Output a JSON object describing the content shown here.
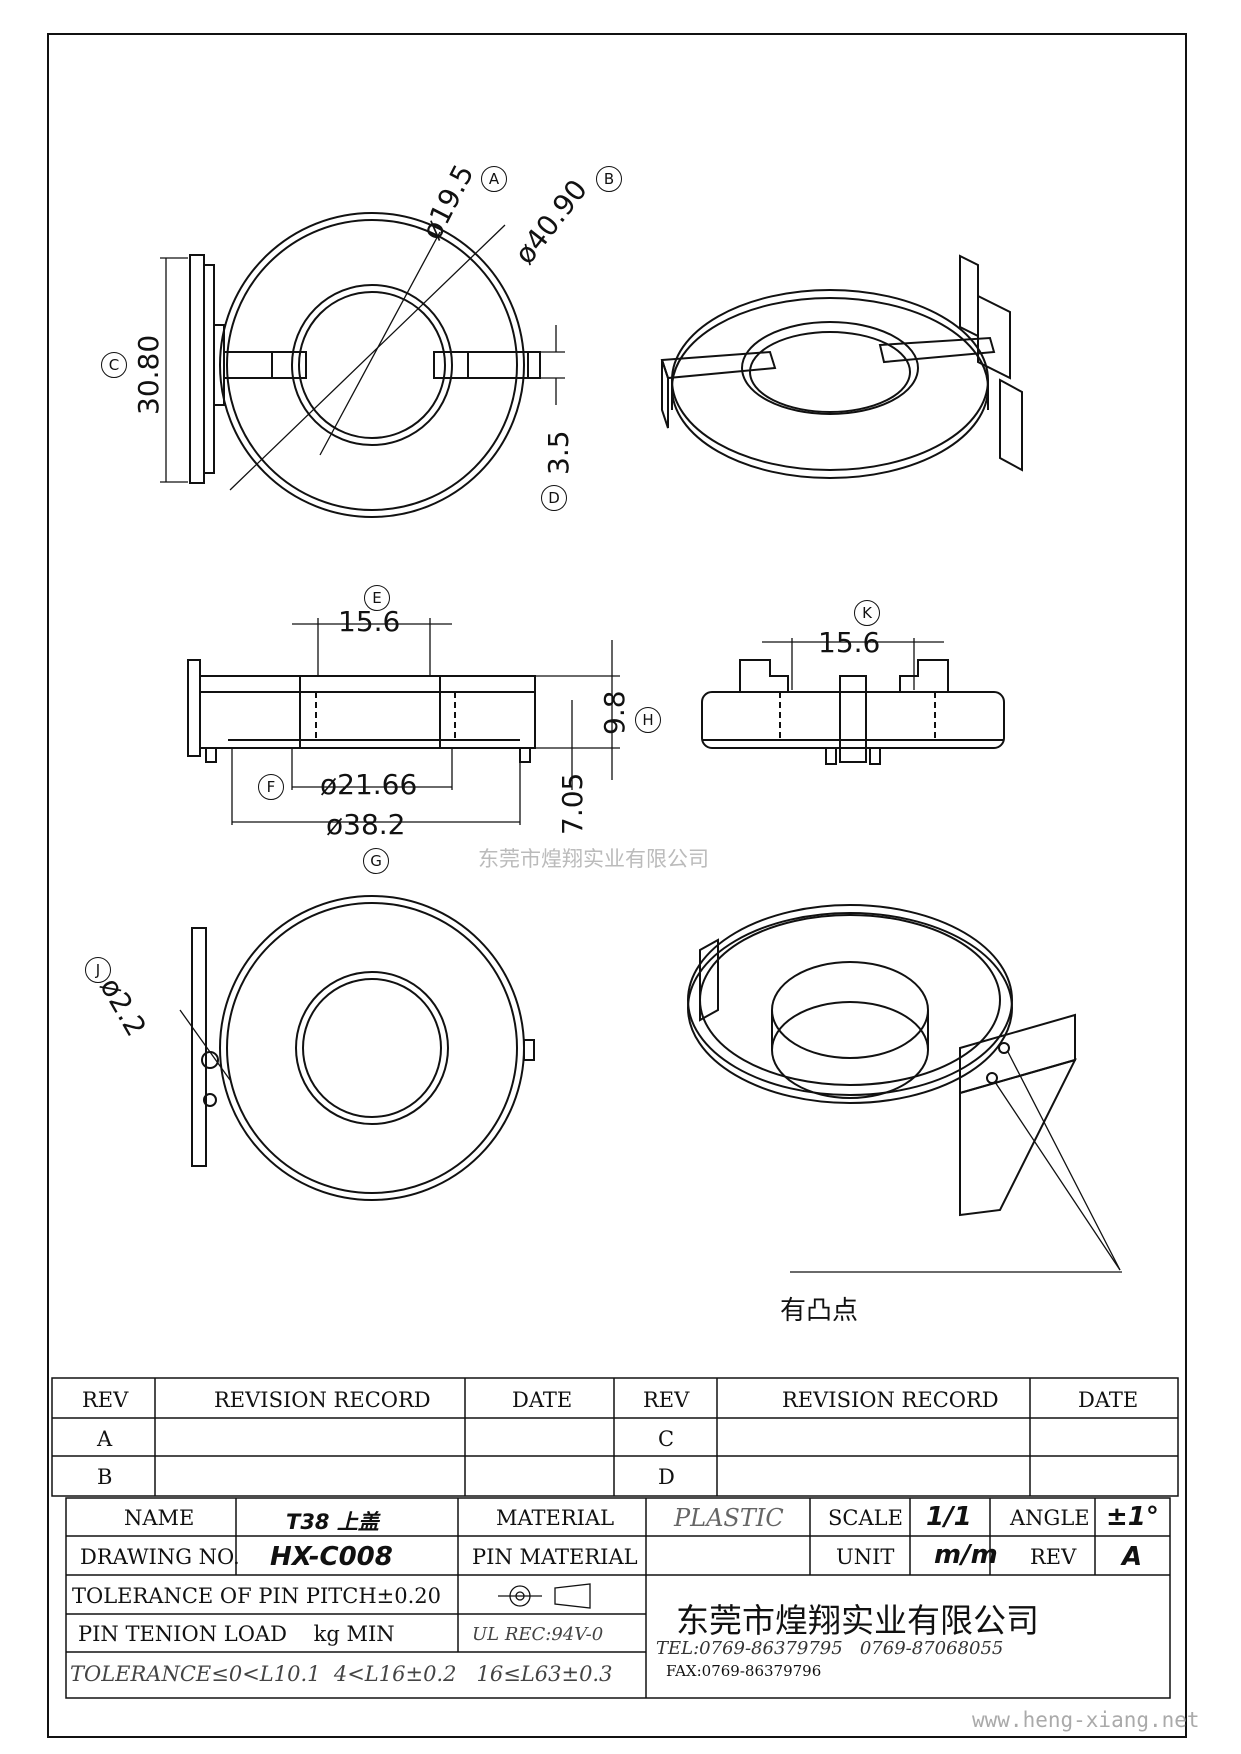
{
  "dims": {
    "a_val": "ø19.5",
    "b_val": "ø40.90",
    "c_val": "30.80",
    "d_val": "3.5",
    "e_val": "15.6",
    "f_val": "ø21.66",
    "g_val": "ø38.2",
    "h_val": "9.8",
    "side_h": "7.05",
    "k_val": "15.6",
    "j_val": "ø2.2"
  },
  "callouts": {
    "a": "A",
    "b": "B",
    "c": "C",
    "d": "D",
    "e": "E",
    "f": "F",
    "g": "G",
    "h": "H",
    "k": "K",
    "j": "J"
  },
  "annotation": {
    "raised_point": "有凸点"
  },
  "watermark": {
    "center": "东莞市煌翔实业有限公司",
    "url": "www.heng-xiang.net"
  },
  "revision_table": {
    "headers": [
      "REV",
      "REVISION RECORD",
      "DATE",
      "REV",
      "REVISION RECORD",
      "DATE"
    ],
    "rows": [
      [
        "A",
        "",
        "",
        "C",
        "",
        ""
      ],
      [
        "B",
        "",
        "",
        "D",
        "",
        ""
      ]
    ]
  },
  "title_block": {
    "name_label": "NAME",
    "name_value": "T38 上盖",
    "material_label": "MATERIAL",
    "material_value": "PLASTIC",
    "scale_label": "SCALE",
    "scale_value": "1/1",
    "angle_label": "ANGLE",
    "angle_value": "±1°",
    "drawing_no_label": "DRAWING NO.",
    "drawing_no_value": "HX-C008",
    "pin_material_label": "PIN MATERIAL",
    "unit_label": "UNIT",
    "unit_value": "m/m",
    "rev_label": "REV",
    "rev_value": "A",
    "tolerance_pitch": "TOLERANCE OF PIN PITCH±0.20",
    "pin_tension": "PIN TENION LOAD    kg MIN",
    "ul_rec": "UL REC:94V-0",
    "company": "东莞市煌翔实业有限公司",
    "tel": "TEL:0769-86379795   0769-87068055",
    "fax": "FAX:0769-86379796",
    "tolerance": "TOLERANCE≤0<L10.1  4<L16±0.2   16≤L63±0.3"
  }
}
